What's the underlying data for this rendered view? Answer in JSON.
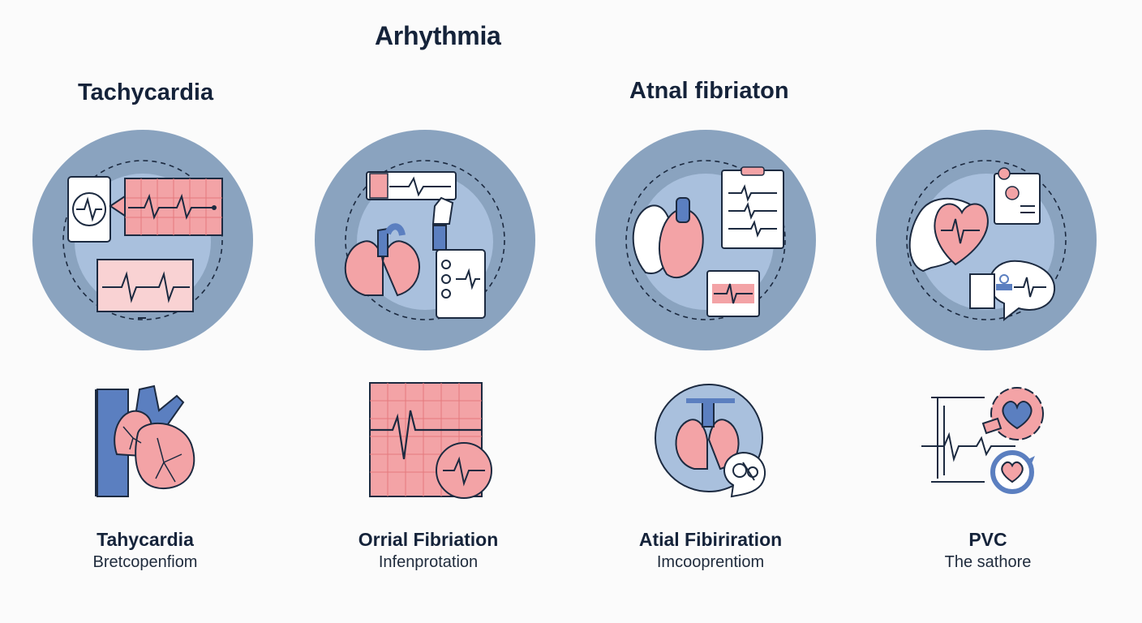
{
  "header": {
    "title": "Arhythmia",
    "section_left": "Tachycardia",
    "section_right": "Atnal fibriaton"
  },
  "colors": {
    "circle_outer": "#8aa3bf",
    "circle_inner": "#a9c0dd",
    "red_fill": "#f3a3a6",
    "red_light": "#f9d2d3",
    "blue": "#5b7fc0",
    "ink": "#1c2a40"
  },
  "icons": [
    "ecg-monitor-icon",
    "lungs-ecg-icon",
    "heart-chart-icon",
    "heart-chat-icon",
    "heart-icon",
    "ecg-grid-icon",
    "lungs-search-icon",
    "heart-gear-icon"
  ],
  "captions": [
    {
      "title": "Tahycardia",
      "subtitle": "Bretcopenfiom"
    },
    {
      "title": "Orrial Fibriation",
      "subtitle": "Infenprotation"
    },
    {
      "title": "Atial Fibiriration",
      "subtitle": "Imcooprentiom"
    },
    {
      "title": "PVC",
      "subtitle": "The sathore"
    }
  ]
}
